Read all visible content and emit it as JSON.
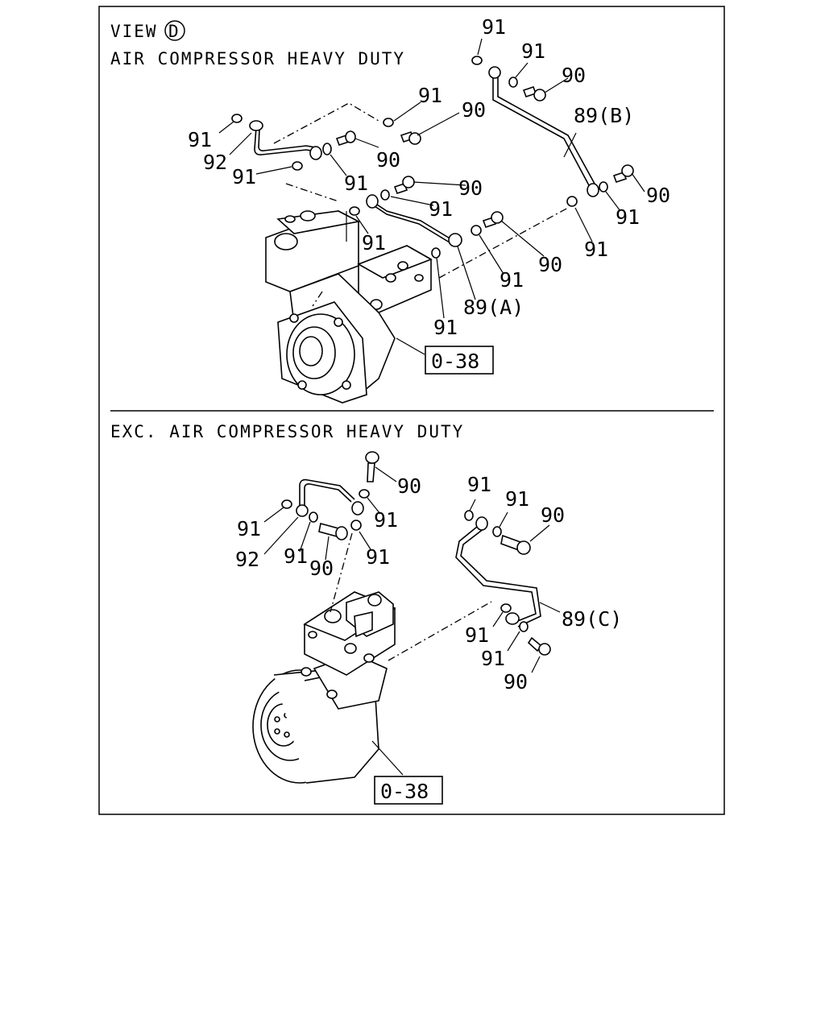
{
  "top": {
    "view_label": "VIEW",
    "view_symbol": "D",
    "title": "AIR COMPRESSOR HEAVY DUTY",
    "ref_box": "0-38",
    "callouts": {
      "c1": "91",
      "c2": "91",
      "c3": "90",
      "c4": "91",
      "c5": "90",
      "c6": "89(B)",
      "c7": "91",
      "c8": "92",
      "c9": "91",
      "c10": "91",
      "c11": "90",
      "c12": "90",
      "c13": "91",
      "c14": "90",
      "c15": "91",
      "c16": "91",
      "c17": "90",
      "c18": "91",
      "c19": "91",
      "c20": "89(A)",
      "c21": "91"
    }
  },
  "bottom": {
    "title": "EXC. AIR COMPRESSOR HEAVY DUTY",
    "ref_box": "0-38",
    "callouts": {
      "d1": "90",
      "d2": "91",
      "d3": "91",
      "d4": "91",
      "d5": "90",
      "d6": "91",
      "d7": "92",
      "d8": "91",
      "d9": "90",
      "d10": "91",
      "d11": "89(C)",
      "d12": "91",
      "d13": "91",
      "d14": "90"
    }
  }
}
